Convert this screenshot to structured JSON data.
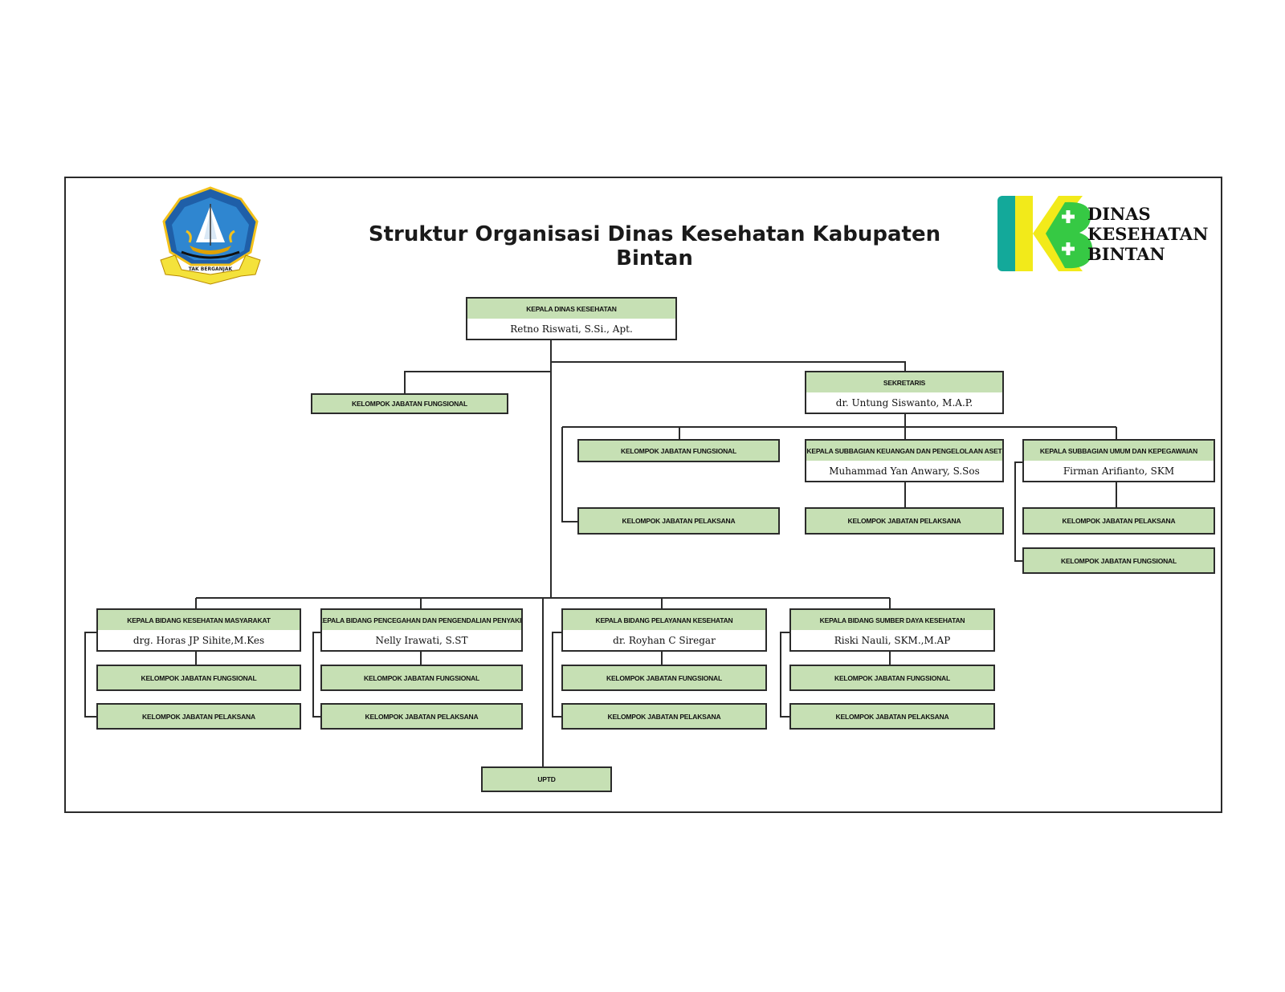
{
  "title": "Struktur Organisasi Dinas Kesehatan Kabupaten Bintan",
  "logos": {
    "left": {
      "icon": "bintan-regency-crest-icon",
      "ribbon_text": "TAK BERGANJAK"
    },
    "right": {
      "icon": "dinkes-bintan-logo-icon",
      "line1": "DINAS",
      "line2": "KESEHATAN",
      "line3": "BINTAN",
      "colors": {
        "teal": "#13a99a",
        "yellow": "#f2ea1a",
        "green": "#36c944"
      }
    }
  },
  "colors": {
    "header_fill": "#c6e0b4",
    "border": "#2b2b2b"
  },
  "kepala_dinas": {
    "title": "KEPALA DINAS KESEHATAN",
    "name": "Retno Riswati, S.Si., Apt."
  },
  "kjf_top": "KELOMPOK JABATAN FUNGSIONAL",
  "sekretaris": {
    "title": "SEKRETARIS",
    "name": "dr. Untung Siswanto, M.A.P."
  },
  "sekretariat": {
    "kjf": "KELOMPOK JABATAN FUNGSIONAL",
    "kjp": "KELOMPOK JABATAN PELAKSANA",
    "keuangan": {
      "title": "KEPALA SUBBAGIAN KEUANGAN DAN PENGELOLAAN ASET",
      "name": "Muhammad Yan Anwary, S.Sos",
      "kjp": "KELOMPOK JABATAN PELAKSANA"
    },
    "umum": {
      "title": "KEPALA SUBBAGIAN UMUM DAN KEPEGAWAIAN",
      "name": "Firman Arifianto, SKM",
      "kjp": "KELOMPOK JABATAN PELAKSANA",
      "kjf": "KELOMPOK JABATAN FUNGSIONAL"
    }
  },
  "bidang": [
    {
      "title": "KEPALA BIDANG KESEHATAN MASYARAKAT",
      "name": "drg. Horas JP Sihite,M.Kes",
      "kjf": "KELOMPOK JABATAN FUNGSIONAL",
      "kjp": "KELOMPOK JABATAN PELAKSANA"
    },
    {
      "title": "KEPALA BIDANG PENCEGAHAN DAN PENGENDALIAN PENYAKIT",
      "name": "Nelly Irawati, S.ST",
      "kjf": "KELOMPOK JABATAN FUNGSIONAL",
      "kjp": "KELOMPOK JABATAN PELAKSANA"
    },
    {
      "title": "KEPALA BIDANG PELAYANAN KESEHATAN",
      "name": "dr. Royhan C Siregar",
      "kjf": "KELOMPOK JABATAN FUNGSIONAL",
      "kjp": "KELOMPOK JABATAN PELAKSANA"
    },
    {
      "title": "KEPALA BIDANG SUMBER DAYA KESEHATAN",
      "name": "Riski Nauli, SKM.,M.AP",
      "kjf": "KELOMPOK JABATAN FUNGSIONAL",
      "kjp": "KELOMPOK JABATAN PELAKSANA"
    }
  ],
  "uptd": "UPTD"
}
